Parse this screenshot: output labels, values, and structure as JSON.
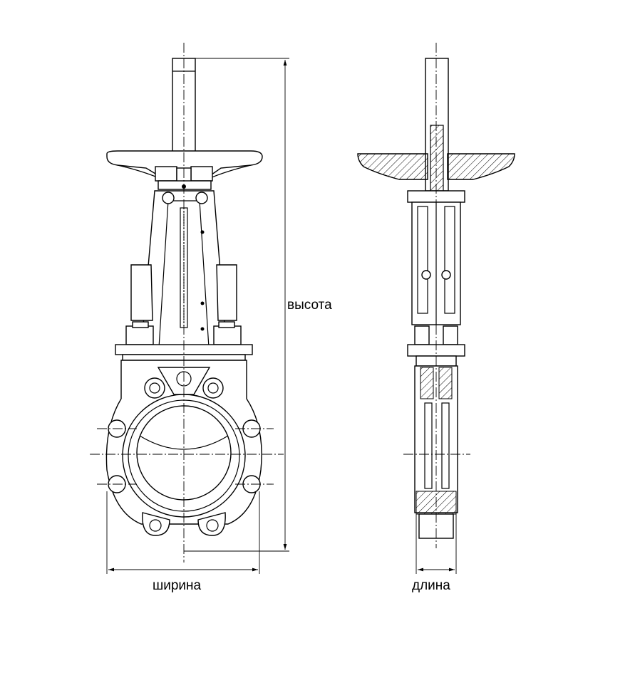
{
  "labels": {
    "height": "высота",
    "width": "ширина",
    "length": "длина"
  }
}
